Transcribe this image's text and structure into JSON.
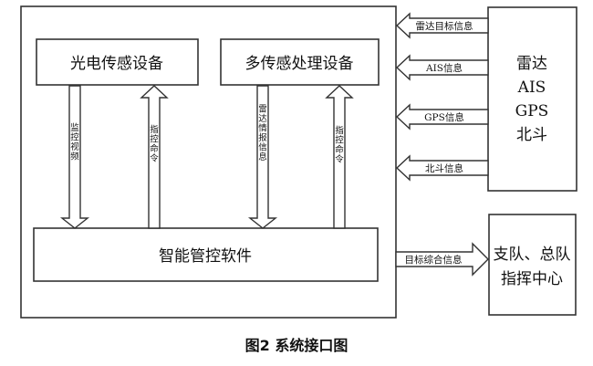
{
  "blocks": {
    "eo_device": "光电传感设备",
    "multi_sensor": "多传感处理设备",
    "software": "智能管控软件",
    "external_sources": [
      "雷达",
      "AIS",
      "GPS",
      "北斗"
    ],
    "command_center": [
      "支队、总队",
      "指挥中心"
    ]
  },
  "arrows": {
    "eo_video": "监控视频",
    "eo_cmd": "指控命令",
    "ms_radar": "雷达情报信息",
    "ms_cmd": "指控命令",
    "in_radar": "雷达目标信息",
    "in_ais": "AIS信息",
    "in_gps": "GPS信息",
    "in_beidou": "北斗信息",
    "out_target": "目标综合信息"
  },
  "caption": "图2 系统接口图",
  "colors": {
    "stroke": "#333333",
    "arrow_fill": "#ffffff",
    "text": "#111111"
  }
}
